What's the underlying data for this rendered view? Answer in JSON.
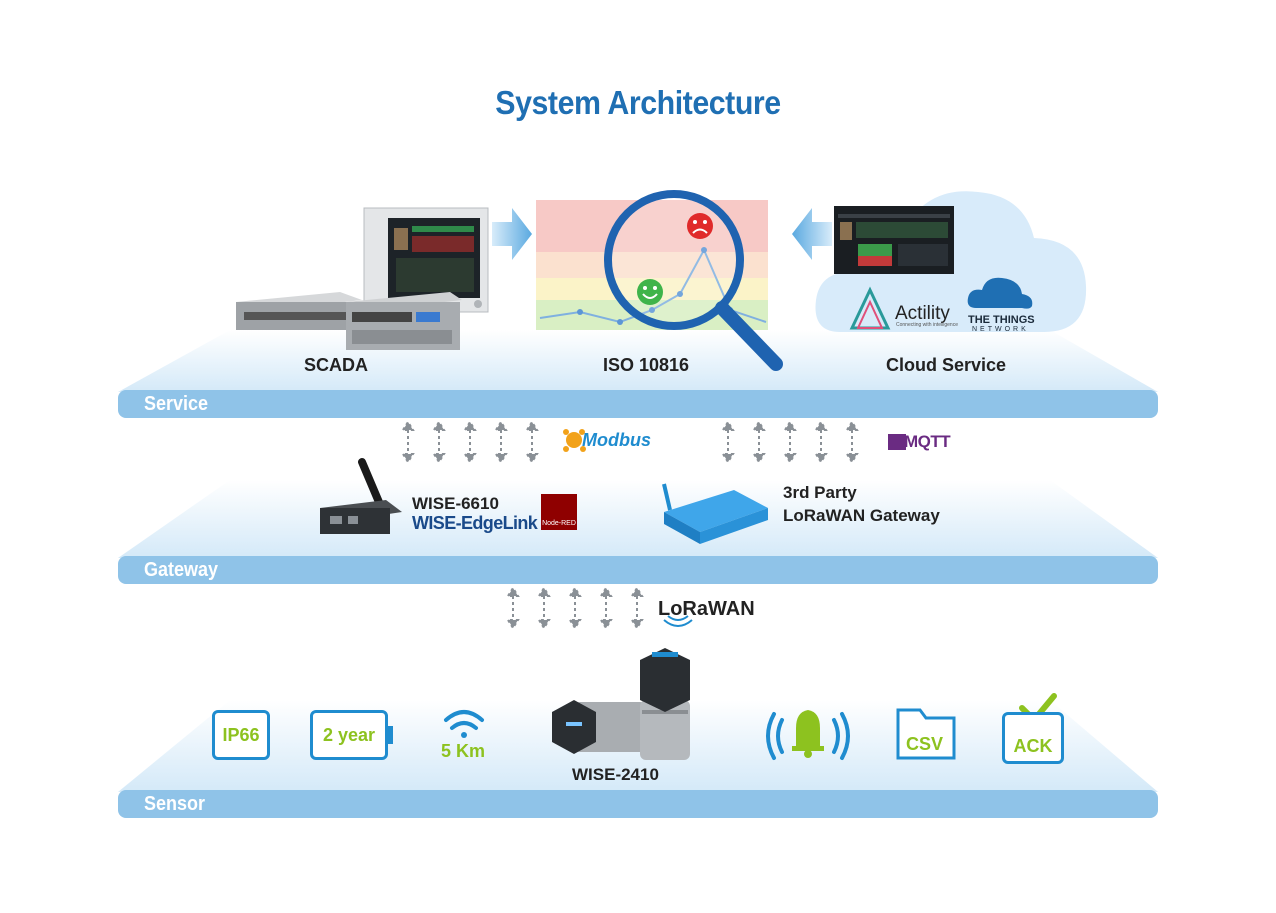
{
  "title": "System Architecture",
  "layers": {
    "service": "Service",
    "gateway": "Gateway",
    "sensor": "Sensor"
  },
  "service": {
    "scada": "SCADA",
    "iso": "ISO 10816",
    "cloud": "Cloud Service",
    "actility": "Actility",
    "actility_tagline": "Connecting with intelligence",
    "ttn_line1": "THE THINGS",
    "ttn_line2": "NETWORK"
  },
  "protocols": {
    "modbus": "Modbus",
    "mqtt": "MQTT",
    "lorawan": "LoRaWAN"
  },
  "gateway": {
    "wise6610": "WISE-6610",
    "edgelink": "WISE-EdgeLink",
    "nodered": "Node-RED",
    "thirdparty_line1": "3rd Party",
    "thirdparty_line2": "LoRaWAN Gateway"
  },
  "sensor": {
    "ip66": "IP66",
    "battery": "2 year",
    "range": "5 Km",
    "device": "WISE-2410",
    "csv": "CSV",
    "ack": "ACK"
  },
  "colors": {
    "title_blue": "#1f6fb3",
    "layer_bar": "#8fc3e8",
    "accent_green": "#8dc21f",
    "icon_blue": "#1f8ccf"
  }
}
